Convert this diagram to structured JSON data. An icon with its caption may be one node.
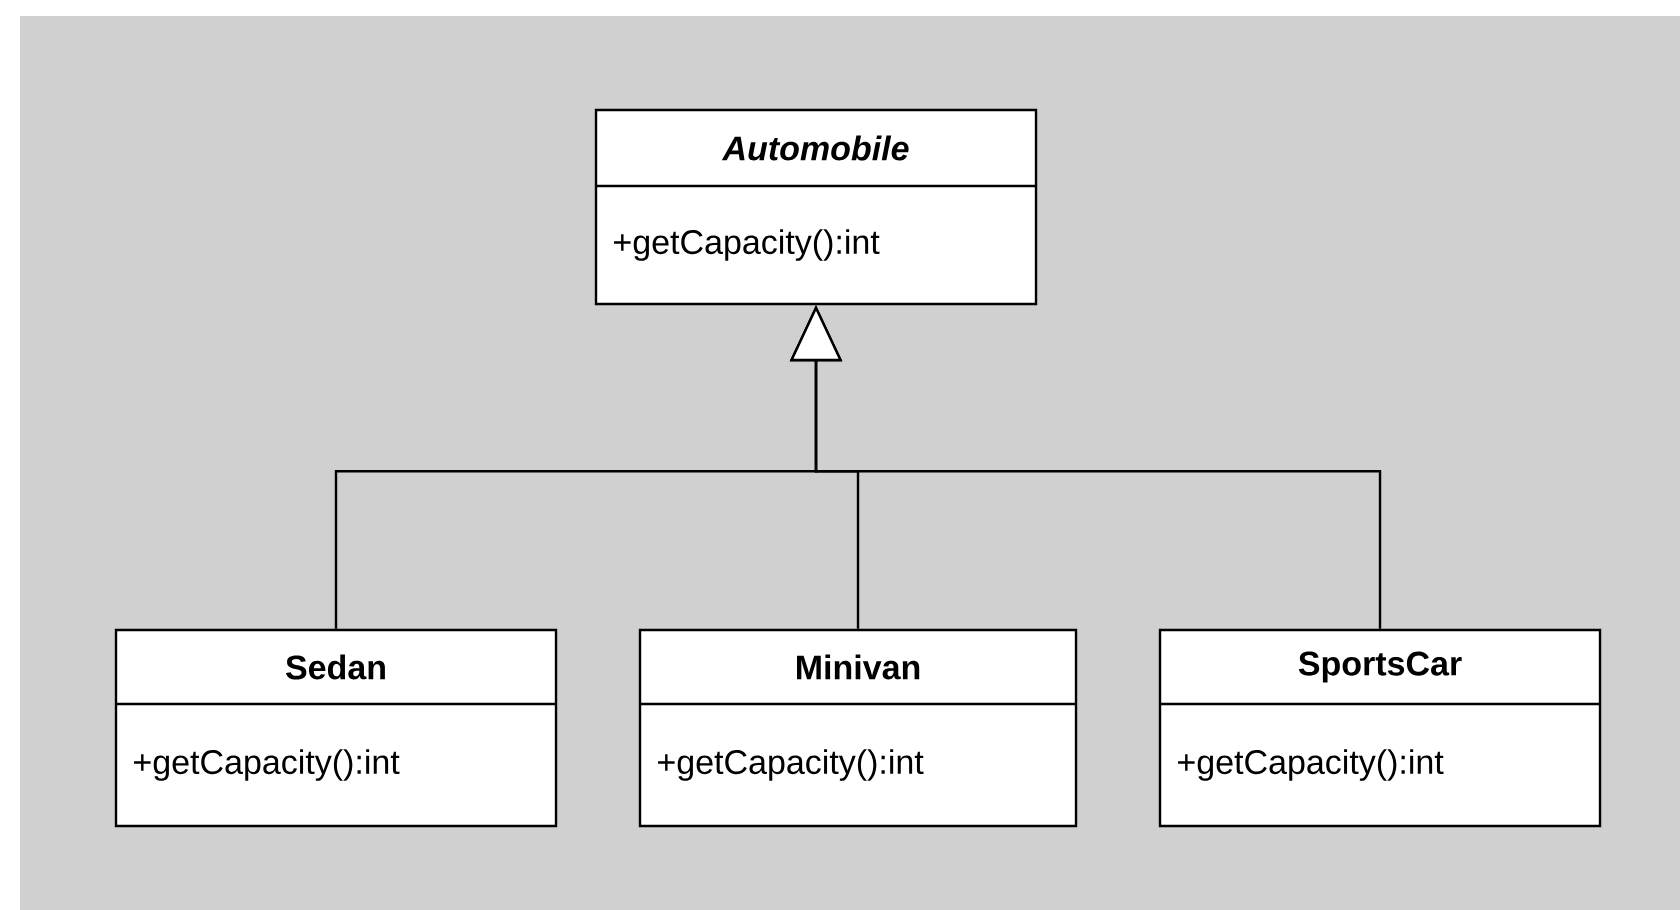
{
  "diagram": {
    "nodes": [
      {
        "text": [
          "Automobile",
          "+getCapacity():int"
        ]
      },
      {
        "text": [
          "Sedan",
          "+getCapacity():int"
        ]
      },
      {
        "text": [
          "Minivan",
          "+getCapacity():int"
        ]
      },
      {
        "text": [
          "SportsCar",
          "+getCapacity():int"
        ]
      }
    ],
    "edges": [
      {
        "from": 1,
        "to": 0,
        "arrow": "to"
      },
      {
        "from": 2,
        "to": 0,
        "arrow": "to"
      },
      {
        "from": 3,
        "to": 0,
        "arrow": "to"
      }
    ]
  }
}
